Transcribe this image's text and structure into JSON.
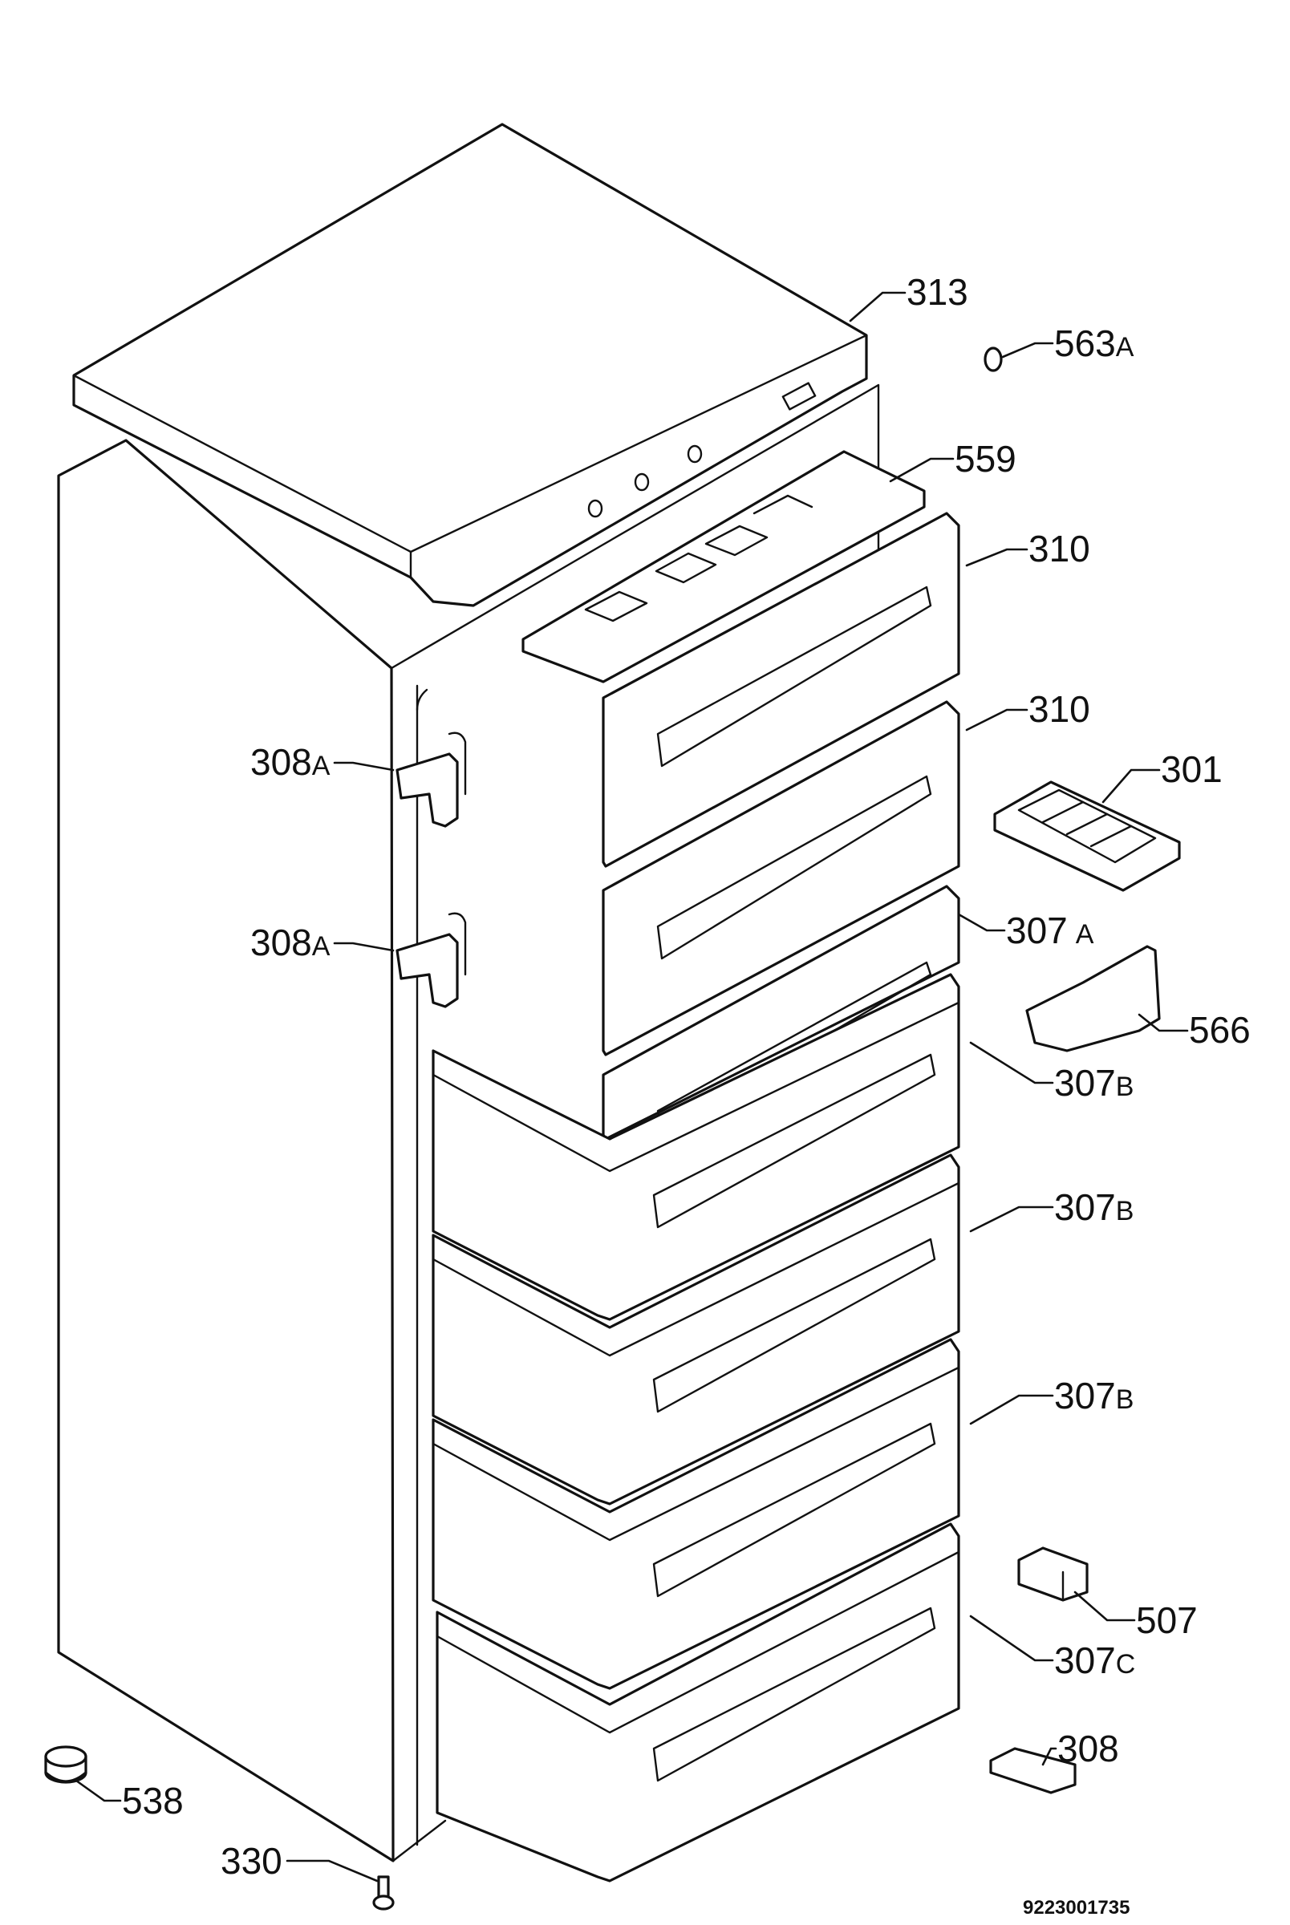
{
  "diagram": {
    "doc_number": "9223001735",
    "labels": {
      "p313": {
        "num": "313",
        "suffix": ""
      },
      "p563a": {
        "num": "563",
        "suffix": "A"
      },
      "p559": {
        "num": "559",
        "suffix": ""
      },
      "p310a": {
        "num": "310",
        "suffix": ""
      },
      "p310b": {
        "num": "310",
        "suffix": ""
      },
      "p301": {
        "num": "301",
        "suffix": ""
      },
      "p308a1": {
        "num": "308",
        "suffix": "A"
      },
      "p308a2": {
        "num": "308",
        "suffix": "A"
      },
      "p307a": {
        "num": "307",
        "suffix": "A"
      },
      "p566": {
        "num": "566",
        "suffix": ""
      },
      "p307b1": {
        "num": "307",
        "suffix": "B"
      },
      "p307b2": {
        "num": "307",
        "suffix": "B"
      },
      "p307b3": {
        "num": "307",
        "suffix": "B"
      },
      "p507": {
        "num": "507",
        "suffix": ""
      },
      "p307c": {
        "num": "307",
        "suffix": "C"
      },
      "p308": {
        "num": "308",
        "suffix": ""
      },
      "p538": {
        "num": "538",
        "suffix": ""
      },
      "p330": {
        "num": "330",
        "suffix": ""
      }
    }
  }
}
